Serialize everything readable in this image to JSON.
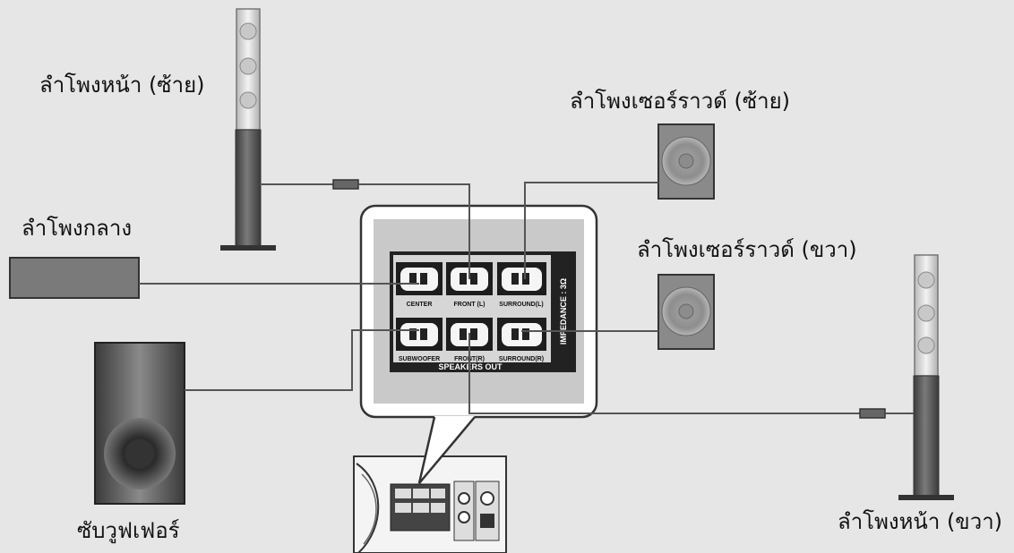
{
  "labels": {
    "front_left": "ลำโพงหน้า (ซ้าย)",
    "surround_left": "ลำโพงเซอร์ราวด์ (ซ้าย)",
    "center": "ลำโพงกลาง",
    "surround_right": "ลำโพงเซอร์ราวด์ (ขวา)",
    "subwoofer": "ซับวูฟเฟอร์",
    "front_right": "ลำโพงหน้า (ขวา)"
  },
  "panel": {
    "impedance": "IMPEDANCE : 3Ω",
    "speakers_out": "SPEAKERS OUT",
    "terminals": [
      "CENTER",
      "FRONT (L)",
      "SURROUND(L)",
      "SUBWOOFER",
      "FRONT(R)",
      "SURROUND(R)"
    ]
  },
  "colors": {
    "background": "#e6e6e6",
    "speaker_body": "#6b6b6b",
    "panel_dark": "#2a2a2a",
    "wire": "#555555"
  }
}
